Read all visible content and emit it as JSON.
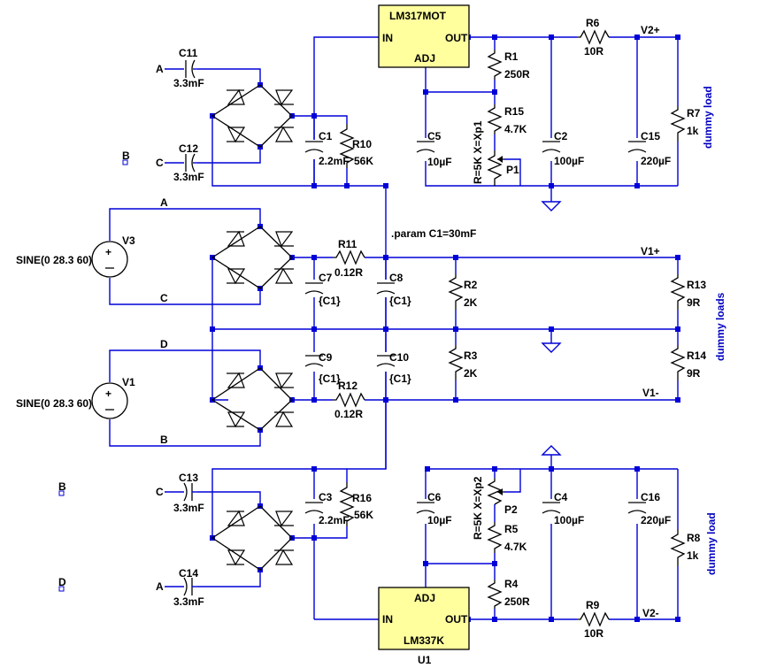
{
  "ics": {
    "u2": {
      "part": "LM317MOT",
      "pin_in": "IN",
      "pin_out": "OUT",
      "pin_adj": "ADJ"
    },
    "u1": {
      "part": "LM337K",
      "ref": "U1",
      "pin_in": "IN",
      "pin_out": "OUT",
      "pin_adj": "ADJ"
    }
  },
  "sources": {
    "v3": {
      "ref": "V3",
      "value": "SINE(0 28.3 60)"
    },
    "v1": {
      "ref": "V1",
      "value": "SINE(0 28.3 60)"
    }
  },
  "components": {
    "c11": {
      "ref": "C11",
      "value": "3.3mF"
    },
    "c12": {
      "ref": "C12",
      "value": "3.3mF"
    },
    "c13": {
      "ref": "C13",
      "value": "3.3mF"
    },
    "c14": {
      "ref": "C14",
      "value": "3.3mF"
    },
    "c1": {
      "ref": "C1",
      "value": "2.2mF"
    },
    "c3": {
      "ref": "C3",
      "value": "2.2mF"
    },
    "r10": {
      "ref": "R10",
      "value": "56K"
    },
    "r16": {
      "ref": "R16",
      "value": "56K"
    },
    "c5": {
      "ref": "C5",
      "value": "10µF"
    },
    "c6": {
      "ref": "C6",
      "value": "10µF"
    },
    "r1": {
      "ref": "R1",
      "value": "250R"
    },
    "r4": {
      "ref": "R4",
      "value": "250R"
    },
    "r15": {
      "ref": "R15",
      "value": "4.7K"
    },
    "r5": {
      "ref": "R5",
      "value": "4.7K"
    },
    "p1": {
      "ref": "P1",
      "value": "R=5K X=Xp1"
    },
    "p2": {
      "ref": "P2",
      "value": "R=5K X=Xp2"
    },
    "c2": {
      "ref": "C2",
      "value": "100µF"
    },
    "c4": {
      "ref": "C4",
      "value": "100µF"
    },
    "c15": {
      "ref": "C15",
      "value": "220µF"
    },
    "c16": {
      "ref": "C16",
      "value": "220µF"
    },
    "r6": {
      "ref": "R6",
      "value": "10R"
    },
    "r9": {
      "ref": "R9",
      "value": "10R"
    },
    "r7": {
      "ref": "R7",
      "value": "1k"
    },
    "r8": {
      "ref": "R8",
      "value": "1k"
    },
    "r11": {
      "ref": "R11",
      "value": "0.12R"
    },
    "r12": {
      "ref": "R12",
      "value": "0.12R"
    },
    "c7": {
      "ref": "C7",
      "value": "{C1}"
    },
    "c8": {
      "ref": "C8",
      "value": "{C1}"
    },
    "c9": {
      "ref": "C9",
      "value": "{C1}"
    },
    "c10": {
      "ref": "C10",
      "value": "{C1}"
    },
    "r2": {
      "ref": "R2",
      "value": "2K"
    },
    "r3": {
      "ref": "R3",
      "value": "2K"
    },
    "r13": {
      "ref": "R13",
      "value": "9R"
    },
    "r14": {
      "ref": "R14",
      "value": "9R"
    }
  },
  "nets": {
    "a": "A",
    "b": "B",
    "c": "C",
    "d": "D",
    "v2p": "V2+",
    "v2m": "V2-",
    "v1p": "V1+",
    "v1m": "V1-"
  },
  "annotations": {
    "param": ".param C1=30mF",
    "dummy_load": "dummy load",
    "dummy_loads": "dummy loads"
  },
  "colors": {
    "wire": "#0000d8",
    "ic_fill": "#ffff9e",
    "label_blue": "#0000c0"
  }
}
